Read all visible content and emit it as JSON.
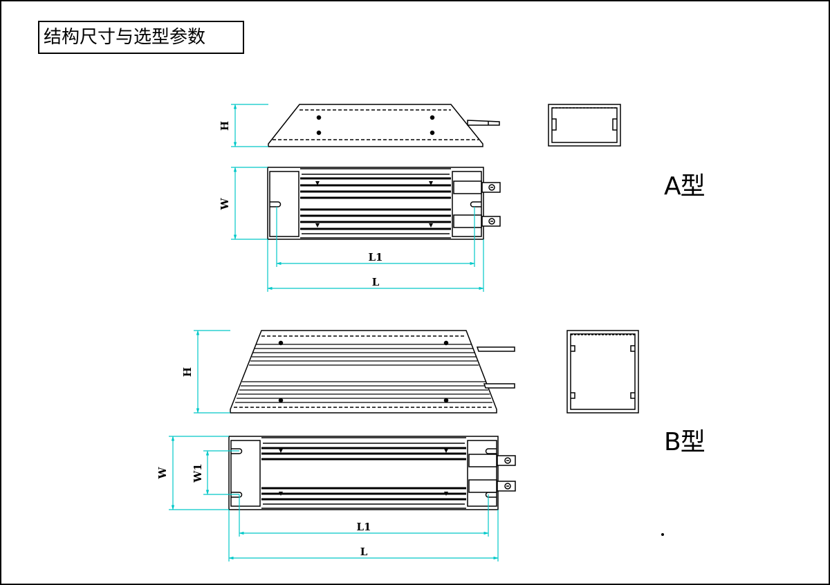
{
  "title": "结构尺寸与选型参数",
  "type_a": {
    "label": "A型",
    "dims": {
      "height": "H",
      "width": "W",
      "mount_length": "L1",
      "length": "L"
    }
  },
  "type_b": {
    "label": "B型",
    "dims": {
      "height": "H",
      "width": "W",
      "mount_width": "W1",
      "mount_length": "L1",
      "length": "L"
    }
  },
  "colors": {
    "line": "#000000",
    "dimension": "#00c8c8",
    "background": "#ffffff"
  }
}
